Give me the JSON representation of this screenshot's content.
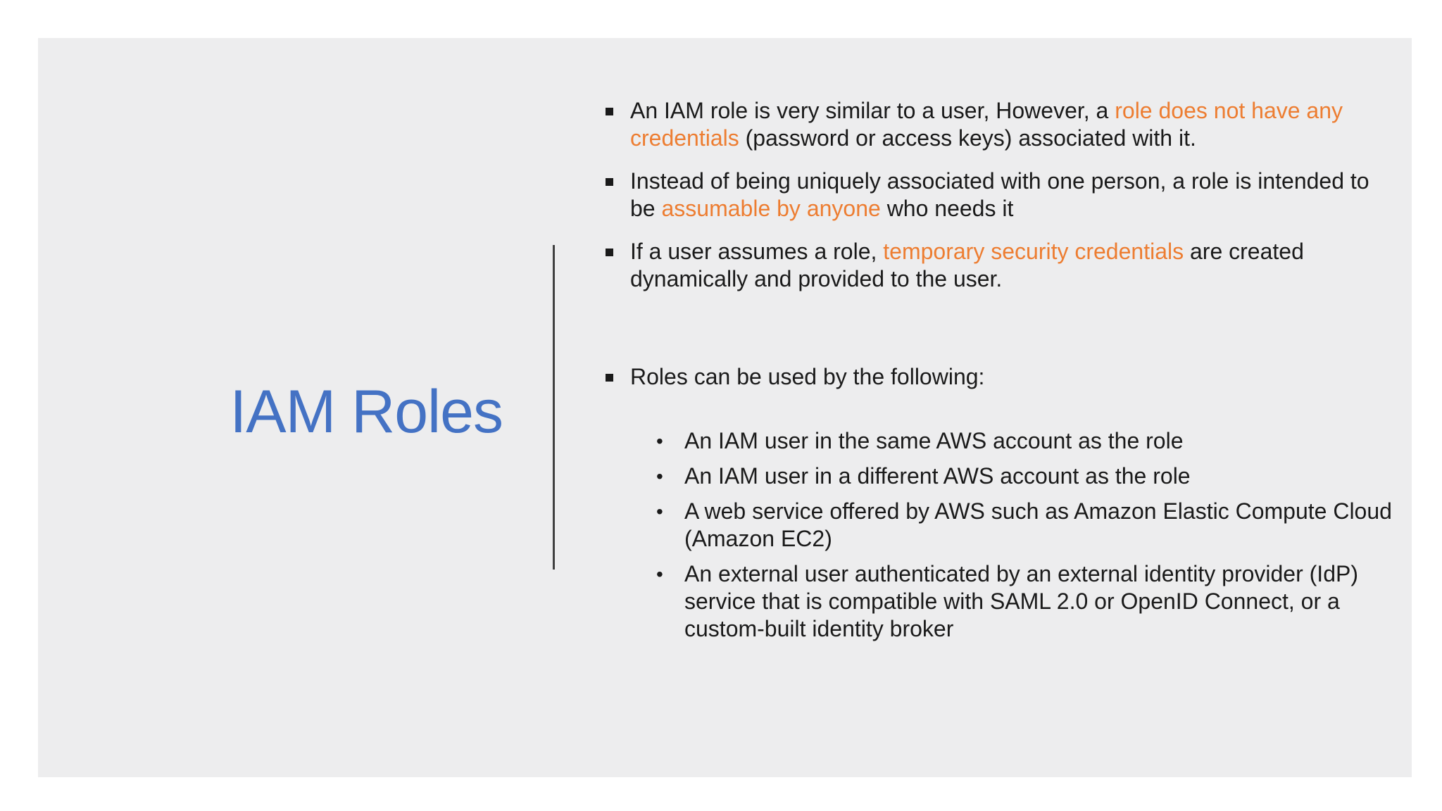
{
  "slide": {
    "title": "IAM Roles",
    "bullets": [
      {
        "before": "An IAM role is very similar to a user, However, a ",
        "highlight": "role does not have any credentials",
        "after": " (password or access keys) associated with it."
      },
      {
        "before": "Instead of being uniquely associated with one person, a role is intended to be ",
        "highlight": "assumable by anyone",
        "after": " who needs it"
      },
      {
        "before": "If a user assumes a role, ",
        "highlight": "temporary security credentials",
        "after": " are created dynamically and provided to the user."
      },
      {
        "text": "Roles can be used by the following:"
      }
    ],
    "sub_bullets": [
      "An IAM user in the same AWS account as the role",
      "An IAM user in a different AWS account as the role",
      "A web service offered by AWS such as Amazon Elastic Compute Cloud (Amazon EC2)",
      "An external user authenticated by an external identity provider (IdP) service that is compatible with SAML 2.0 or OpenID Connect, or a custom-built identity broker"
    ],
    "colors": {
      "title": "#4472c4",
      "highlight": "#ed7d31",
      "background": "#ededee"
    }
  }
}
